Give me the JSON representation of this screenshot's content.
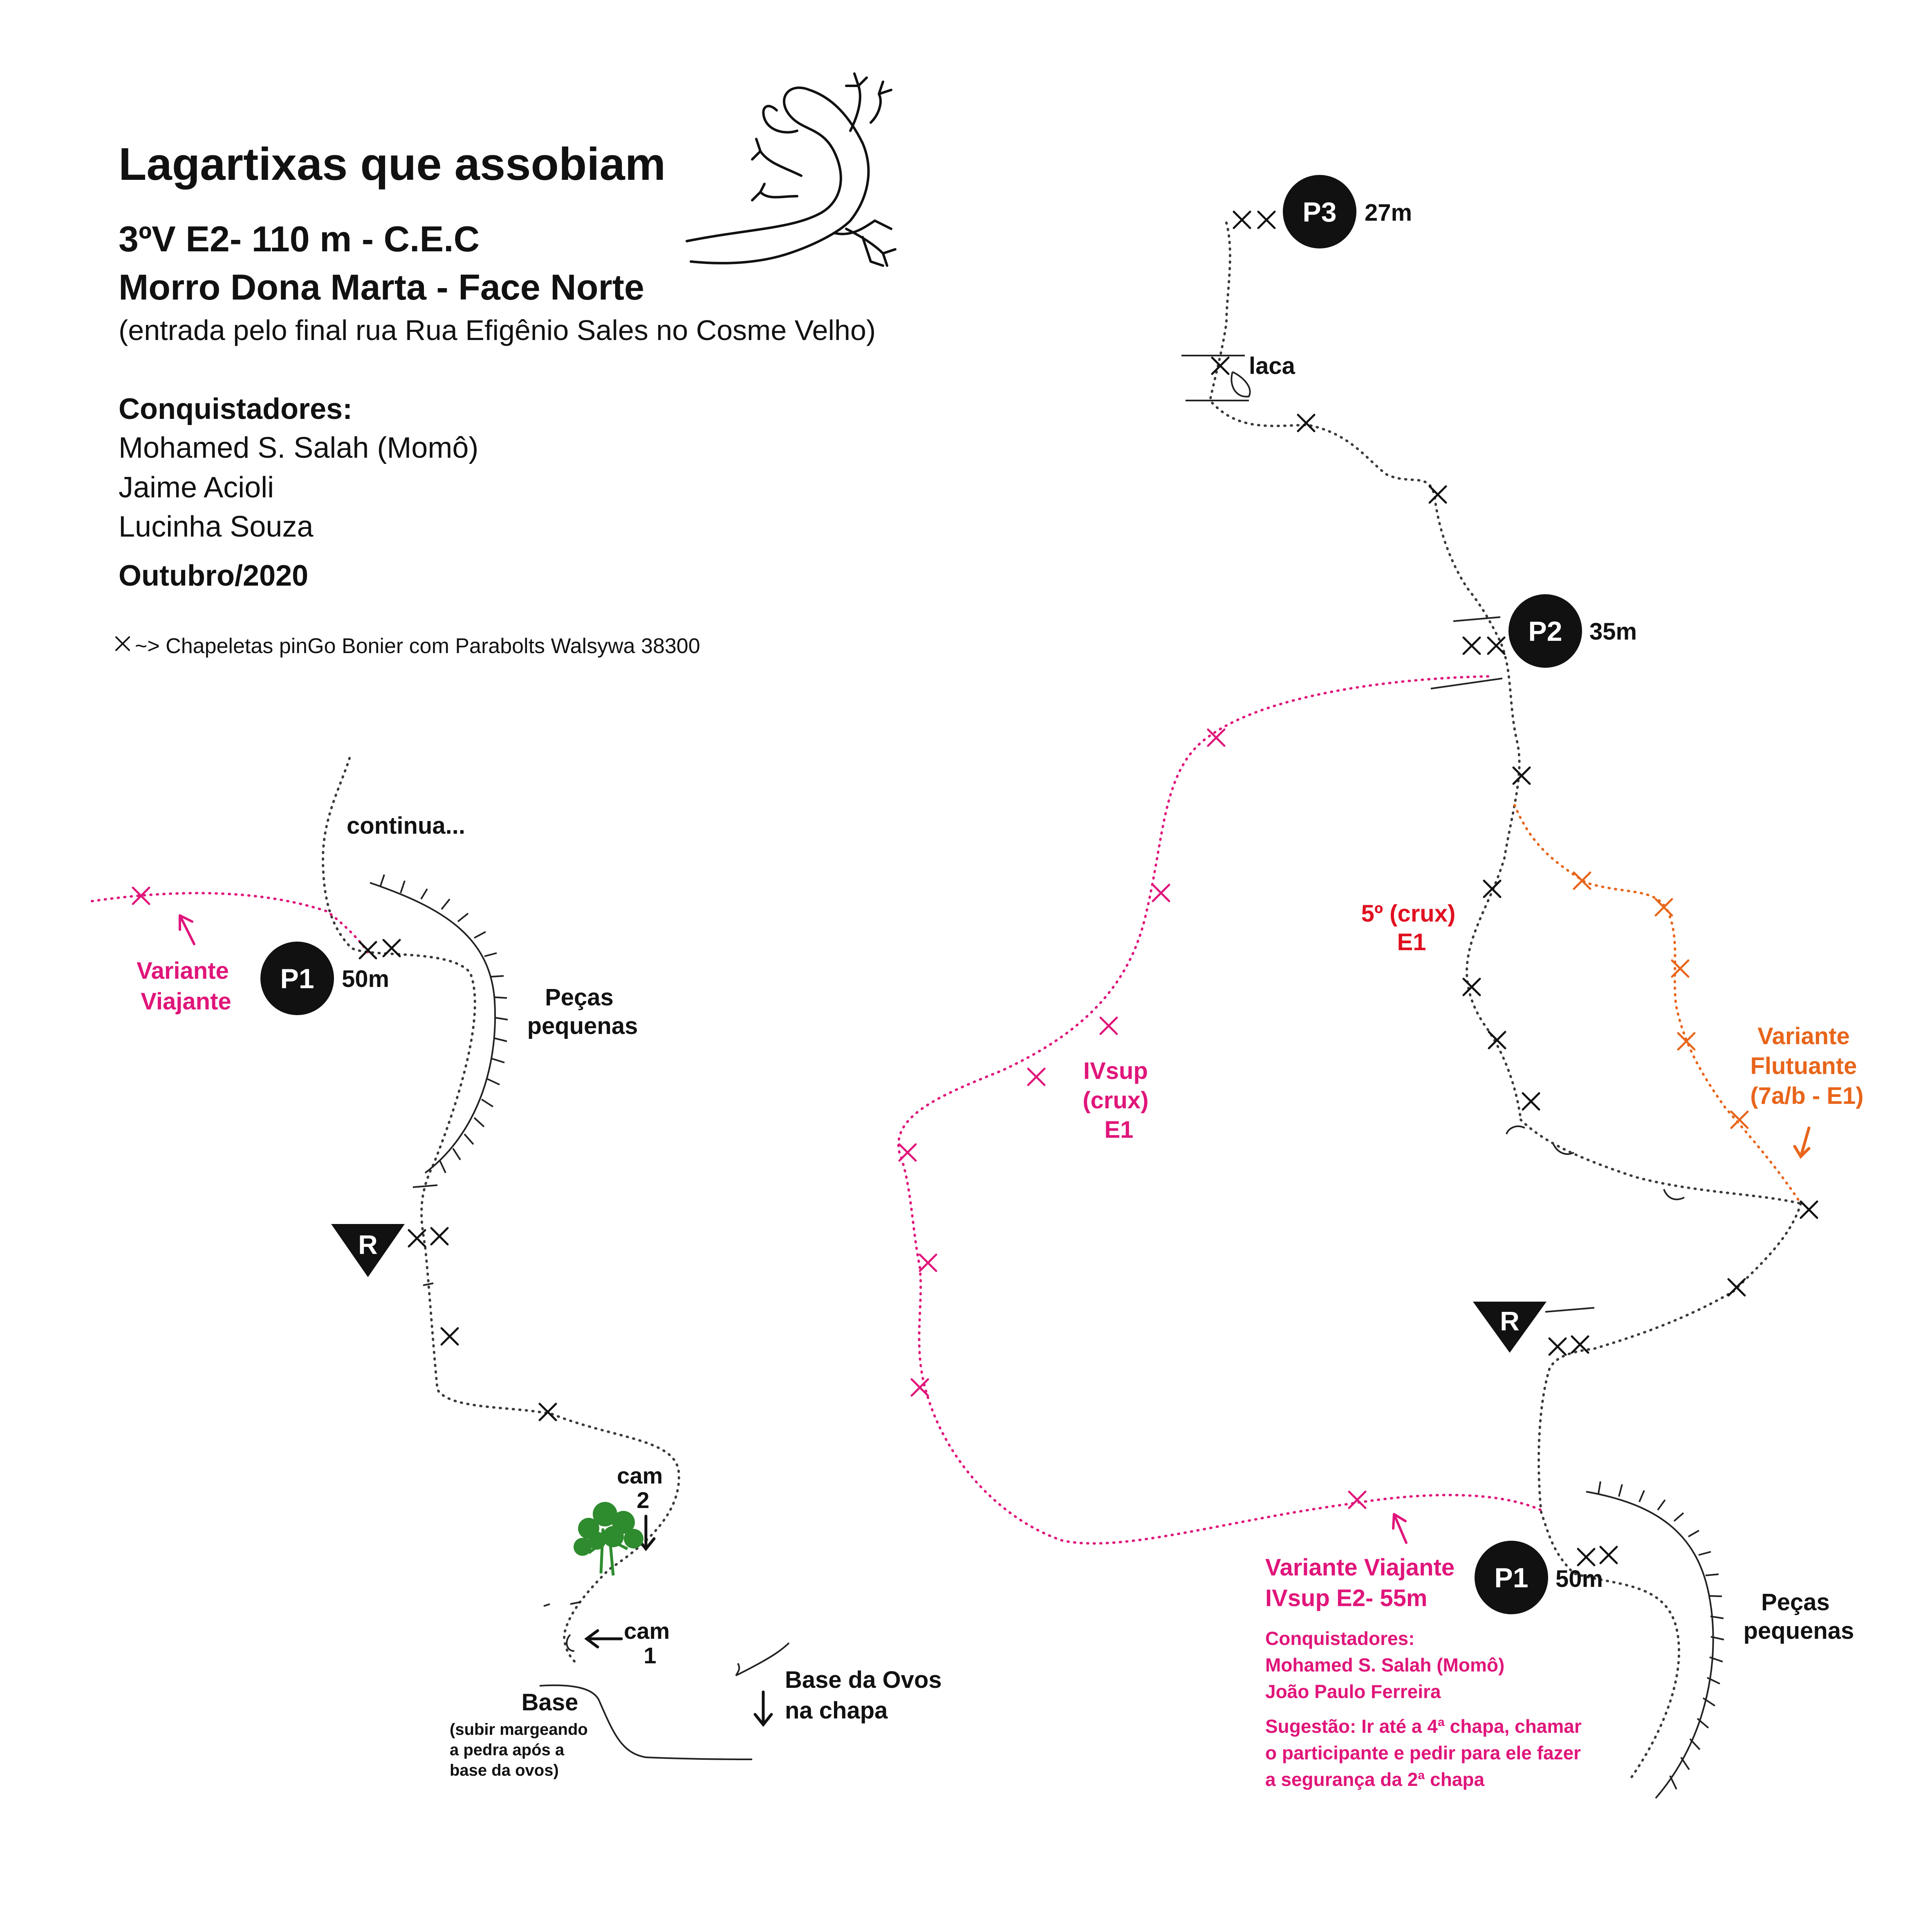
{
  "header": {
    "title": "Lagartixas que assobiam",
    "grade_line": "3ºV E2- 110 m - C.E.C",
    "location": "Morro Dona Marta  - Face Norte",
    "access": "(entrada pelo final rua Rua Efigênio Sales no Cosme Velho)",
    "conquerors_heading": "Conquistadores:",
    "conquerors": [
      "Mohamed S. Salah (Momô)",
      "Jaime Acioli",
      "Lucinha Souza"
    ],
    "date": "Outubro/2020",
    "legend_text": "~> Chapeletas pinGo Bonier com Parabolts Walsywa 38300"
  },
  "colors": {
    "ink": "#111111",
    "variant_pink": "#e0157a",
    "crux_red": "#e01020",
    "variant_orange": "#e8651a",
    "tree_green": "#2e8b2e"
  },
  "icons": [
    "lizard-logo",
    "bolt-x-icon",
    "belay-station-icon",
    "rappel-triangle-icon",
    "tree-icon",
    "arrow-icon"
  ],
  "left_topo": {
    "continues": "continua...",
    "variant_label": [
      "Variante",
      "Viajante"
    ],
    "p1": {
      "label": "P1",
      "length": "50m"
    },
    "small_gear": [
      "Peças",
      "pequenas"
    ],
    "rappel": "R",
    "cam2": [
      "cam",
      "2"
    ],
    "cam1": [
      "cam",
      "1"
    ],
    "base": "Base",
    "base_note": [
      "(subir margeando",
      "a pedra após a",
      "base da ovos)"
    ],
    "ovos_base": [
      "Base da Ovos",
      "na chapa"
    ]
  },
  "right_topo": {
    "p3": {
      "label": "P3",
      "length": "27m"
    },
    "laca": "laca",
    "p2": {
      "label": "P2",
      "length": "35m"
    },
    "crux5": [
      "5º (crux)",
      "E1"
    ],
    "ivsup": [
      "IVsup",
      "(crux)",
      "E1"
    ],
    "flutuante": [
      "Variante",
      "Flutuante",
      "(7a/b - E1)"
    ],
    "rappel": "R",
    "viajante": [
      "Variante Viajante",
      "IVsup E2- 55m"
    ],
    "p1": {
      "label": "P1",
      "length": "50m"
    },
    "small_gear": [
      "Peças",
      "pequenas"
    ],
    "viajante_conquerors_heading": "Conquistadores:",
    "viajante_conquerors": [
      "Mohamed S. Salah (Momô)",
      "João Paulo Ferreira"
    ],
    "suggestion": [
      "Sugestão: Ir até a 4ª chapa, chamar",
      "o participante e pedir para ele fazer",
      "a segurança da 2ª chapa"
    ]
  }
}
